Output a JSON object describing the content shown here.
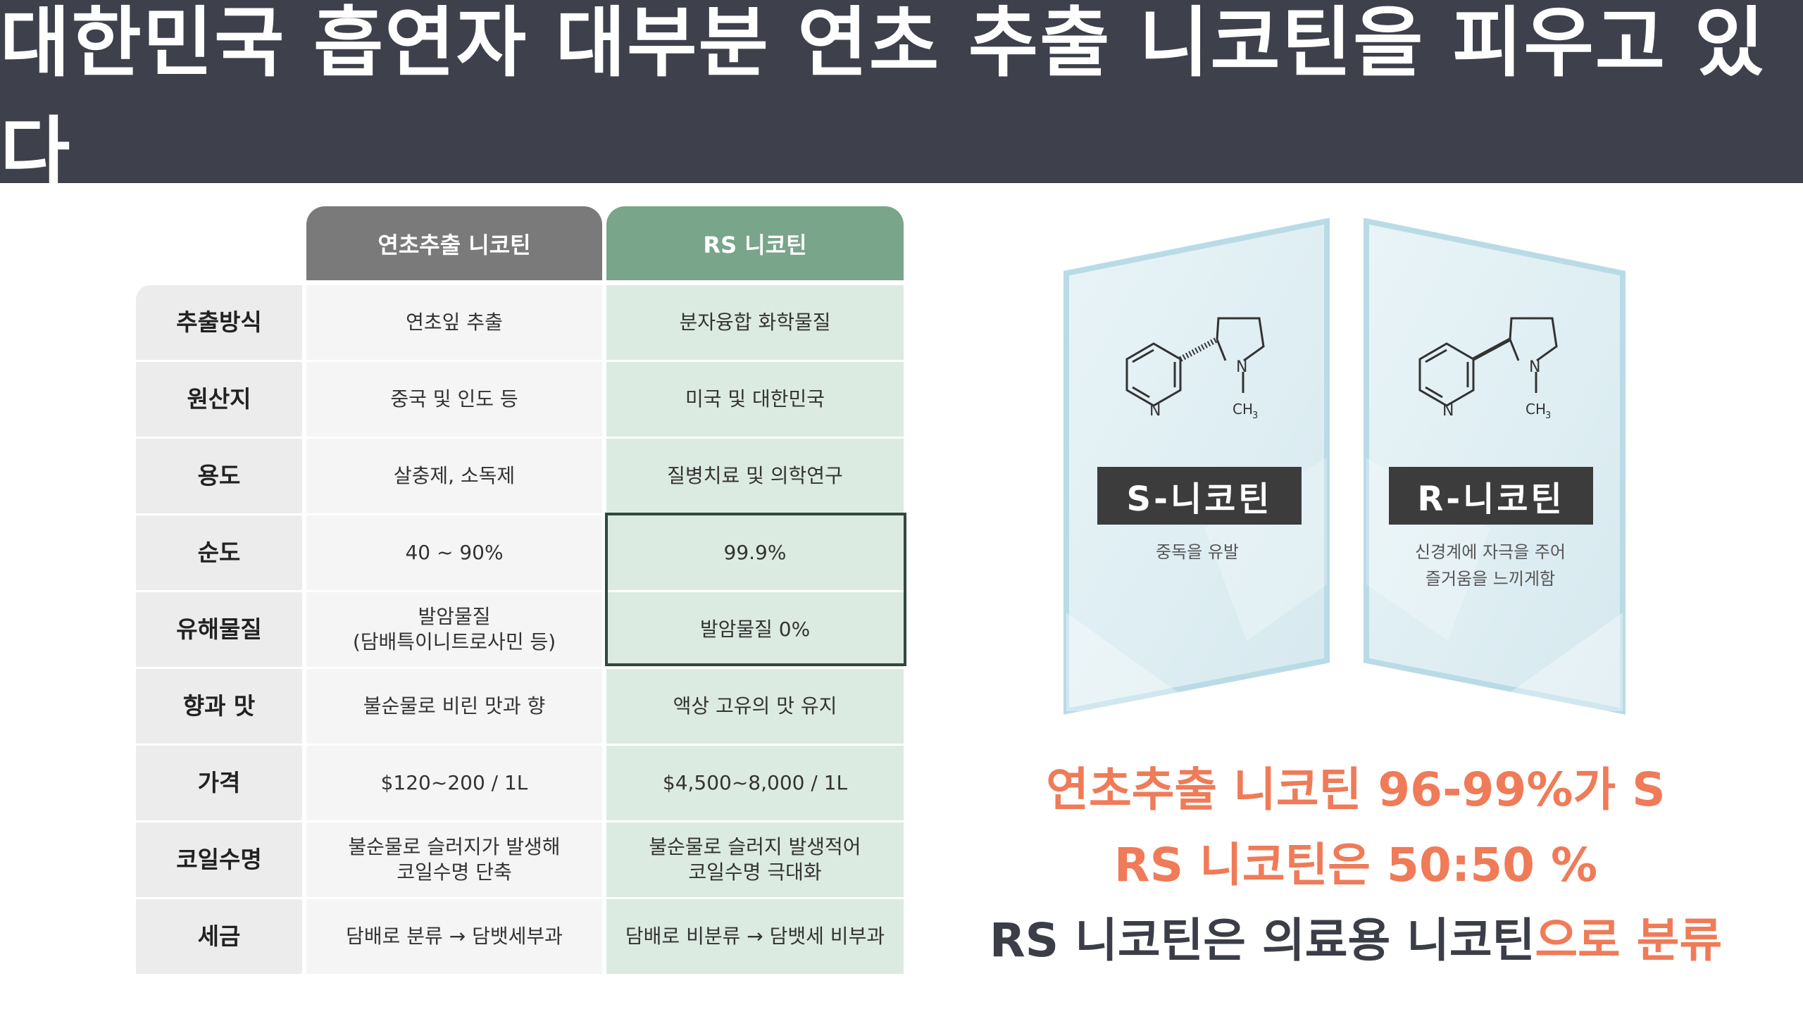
{
  "title": "대한민국 흡연자 대부분 연초 추출 니코틴을 피우고 있다",
  "table": {
    "columns": [
      "연초추출 니코틴",
      "RS 니코틴"
    ],
    "rows": [
      {
        "label": "추출방식",
        "a": [
          "연초잎 추출"
        ],
        "b": [
          "분자융합 화학물질"
        ]
      },
      {
        "label": "원산지",
        "a": [
          "중국 및 인도 등"
        ],
        "b": [
          "미국 및 대한민국"
        ]
      },
      {
        "label": "용도",
        "a": [
          "살충제, 소독제"
        ],
        "b": [
          "질병치료 및 의학연구"
        ]
      },
      {
        "label": "순도",
        "a": [
          "40 ~ 90%"
        ],
        "b": [
          "99.9%"
        ]
      },
      {
        "label": "유해물질",
        "a": [
          "발암물질",
          "(담배특이니트로사민 등)"
        ],
        "b": [
          "발암물질 0%"
        ]
      },
      {
        "label": "향과 맛",
        "a": [
          "불순물로 비린 맛과 향"
        ],
        "b": [
          "액상 고유의 맛 유지"
        ]
      },
      {
        "label": "가격",
        "a": [
          "$120~200 / 1L"
        ],
        "b": [
          "$4,500~8,000 / 1L"
        ]
      },
      {
        "label": "코일수명",
        "a": [
          "불순물로 슬러지가 발생해",
          "코일수명 단축"
        ],
        "b": [
          "불순물로 슬러지 발생적어",
          "코일수명 극대화"
        ]
      },
      {
        "label": "세금",
        "a": [
          "담배로 분류 → 담뱃세부과"
        ],
        "b": [
          "담배로 비분류 → 담뱃세 비부과"
        ]
      }
    ]
  },
  "cards": [
    {
      "name": "S-니코틴",
      "desc": [
        "중독을 유발"
      ],
      "atom_n": "N",
      "atom_ch3": "CH",
      "sub": "3"
    },
    {
      "name": "R-니코틴",
      "desc": [
        "신경계에 자극을 주어",
        "즐거움을 느끼게함"
      ],
      "atom_n": "N",
      "atom_ch3": "CH",
      "sub": "3"
    }
  ],
  "statements": {
    "line1": "연초추출 니코틴 96-99%가 S",
    "line2": "RS 니코틴은 50:50 %",
    "line3_dark": "RS 니코틴은 의료용 니코틴",
    "line3_orange": "으로 분류"
  },
  "colors": {
    "banner": "#3e414b",
    "accent_orange": "#ef7b58",
    "header_gray": "#7a7a7a",
    "header_green": "#79a58a",
    "cell_green": "#dcebe2"
  }
}
